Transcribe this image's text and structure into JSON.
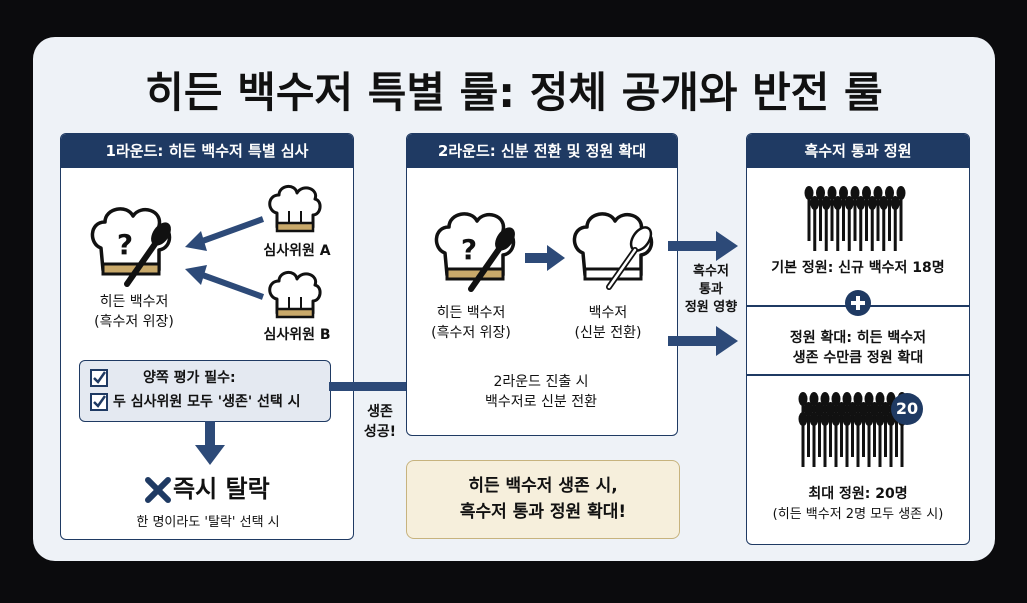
{
  "title": "히든 백수저 특별 룰: 정체 공개와 반전 룰",
  "round1": {
    "header": "1라운드: 히든 백수저 특별 심사",
    "hidden_label_1": "히든 백수저",
    "hidden_label_2": "(흑수저 위장)",
    "judge_a": "심사위원 A",
    "judge_b": "심사위원 B",
    "eval_line_1": "양쪽 평가 필수:",
    "eval_line_2": "두 심사위원 모두 '생존' 선택 시",
    "fail_title": "즉시 탈락",
    "fail_desc": "한 명이라도 '탈락' 선택 시"
  },
  "success_label_1": "생존",
  "success_label_2": "성공!",
  "round2": {
    "header": "2라운드: 신분 전환 및 정원 확대",
    "hidden_label_1": "히든 백수저",
    "hidden_label_2": "(흑수저 위장)",
    "white_label_1": "백수저",
    "white_label_2": "(신분 전환)",
    "desc_1": "2라운드 진출 시",
    "desc_2": "백수저로 신분 전환"
  },
  "impact_label": [
    "흑수저",
    "통과",
    "정원 영향"
  ],
  "note": {
    "line_1": "히든 백수저 생존 시,",
    "line_2": "흑수저 통과 정원 확대!"
  },
  "round3": {
    "header": "흑수저 통과 정원",
    "base_text": "기본 정원: 신규 백수저 18명",
    "expand_1": "정원 확대: 히든 백수저",
    "expand_2": "생존 수만큼 정원 확대",
    "badge": "20",
    "max_1": "최대 정원: 20명",
    "max_2": "(히든 백수저 2명 모두 생존 시)"
  },
  "colors": {
    "navy": "#1f3a63",
    "arrow": "#2d4a78",
    "fail": "#1f3a63",
    "note_bg": "#f6efdc",
    "frame_bg": "#eef2f7"
  },
  "icons": [
    "chef-hat-icon",
    "question-mark-icon",
    "black-spoon-icon",
    "white-spoon-icon",
    "checkbox-icon",
    "x-mark-icon",
    "spoon-group-icon",
    "plus-icon"
  ]
}
